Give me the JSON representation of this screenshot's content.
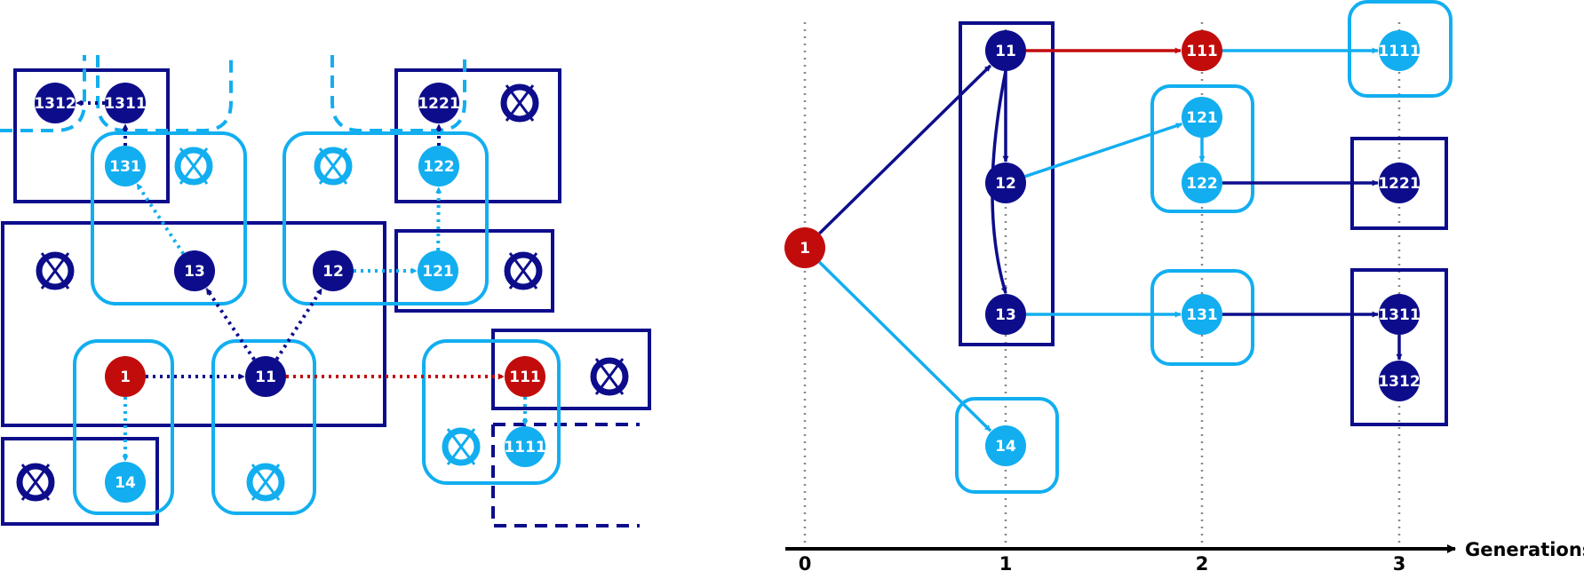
{
  "colors": {
    "dark_blue": "#0d0d8c",
    "light_blue": "#12aef0",
    "red": "#c20c0c",
    "grid": "#888888",
    "axis": "#000000"
  },
  "axis": {
    "title": "Generations",
    "ticks": [
      "0",
      "1",
      "2",
      "3"
    ]
  },
  "left_nodes": [
    {
      "id": "1312",
      "label": "1312",
      "color": "dark_blue"
    },
    {
      "id": "1311",
      "label": "1311",
      "color": "dark_blue"
    },
    {
      "id": "1221",
      "label": "1221",
      "color": "dark_blue"
    },
    {
      "id": "131",
      "label": "131",
      "color": "light_blue"
    },
    {
      "id": "122",
      "label": "122",
      "color": "light_blue"
    },
    {
      "id": "13",
      "label": "13",
      "color": "dark_blue"
    },
    {
      "id": "12",
      "label": "12",
      "color": "dark_blue"
    },
    {
      "id": "121",
      "label": "121",
      "color": "light_blue"
    },
    {
      "id": "1",
      "label": "1",
      "color": "red"
    },
    {
      "id": "11",
      "label": "11",
      "color": "dark_blue"
    },
    {
      "id": "111",
      "label": "111",
      "color": "red"
    },
    {
      "id": "14",
      "label": "14",
      "color": "light_blue"
    },
    {
      "id": "1111",
      "label": "1111",
      "color": "light_blue"
    }
  ],
  "right_nodes": [
    {
      "id": "1",
      "label": "1",
      "color": "red",
      "generation": 0
    },
    {
      "id": "11",
      "label": "11",
      "color": "dark_blue",
      "generation": 1
    },
    {
      "id": "12",
      "label": "12",
      "color": "dark_blue",
      "generation": 1
    },
    {
      "id": "13",
      "label": "13",
      "color": "dark_blue",
      "generation": 1
    },
    {
      "id": "14",
      "label": "14",
      "color": "light_blue",
      "generation": 1
    },
    {
      "id": "111",
      "label": "111",
      "color": "red",
      "generation": 2
    },
    {
      "id": "121",
      "label": "121",
      "color": "light_blue",
      "generation": 2
    },
    {
      "id": "122",
      "label": "122",
      "color": "light_blue",
      "generation": 2
    },
    {
      "id": "131",
      "label": "131",
      "color": "light_blue",
      "generation": 2
    },
    {
      "id": "1111",
      "label": "1111",
      "color": "light_blue",
      "generation": 3
    },
    {
      "id": "1221",
      "label": "1221",
      "color": "dark_blue",
      "generation": 3
    },
    {
      "id": "1311",
      "label": "1311",
      "color": "dark_blue",
      "generation": 3
    },
    {
      "id": "1312",
      "label": "1312",
      "color": "dark_blue",
      "generation": 3
    }
  ],
  "right_edges": [
    {
      "from": "1",
      "to": "11",
      "color": "dark_blue"
    },
    {
      "from": "1",
      "to": "14",
      "color": "light_blue"
    },
    {
      "from": "11",
      "to": "111",
      "color": "red"
    },
    {
      "from": "11",
      "to": "12",
      "color": "dark_blue"
    },
    {
      "from": "11",
      "to": "13",
      "color": "dark_blue"
    },
    {
      "from": "12",
      "to": "121",
      "color": "light_blue"
    },
    {
      "from": "13",
      "to": "131",
      "color": "light_blue"
    },
    {
      "from": "111",
      "to": "1111",
      "color": "light_blue"
    },
    {
      "from": "121",
      "to": "122",
      "color": "light_blue"
    },
    {
      "from": "122",
      "to": "1221",
      "color": "dark_blue"
    },
    {
      "from": "131",
      "to": "1311",
      "color": "dark_blue"
    },
    {
      "from": "1311",
      "to": "1312",
      "color": "dark_blue"
    }
  ],
  "left_edges": [
    {
      "from": "1",
      "to": "11",
      "color": "dark_blue"
    },
    {
      "from": "1",
      "to": "14",
      "color": "light_blue"
    },
    {
      "from": "11",
      "to": "13",
      "color": "dark_blue"
    },
    {
      "from": "11",
      "to": "12",
      "color": "dark_blue"
    },
    {
      "from": "11",
      "to": "111",
      "color": "red"
    },
    {
      "from": "13",
      "to": "131",
      "color": "light_blue"
    },
    {
      "from": "12",
      "to": "121",
      "color": "light_blue"
    },
    {
      "from": "121",
      "to": "122",
      "color": "light_blue"
    },
    {
      "from": "131",
      "to": "1311",
      "color": "dark_blue"
    },
    {
      "from": "1311",
      "to": "1312",
      "color": "dark_blue"
    },
    {
      "from": "122",
      "to": "1221",
      "color": "dark_blue"
    },
    {
      "from": "111",
      "to": "1111",
      "color": "light_blue"
    }
  ]
}
